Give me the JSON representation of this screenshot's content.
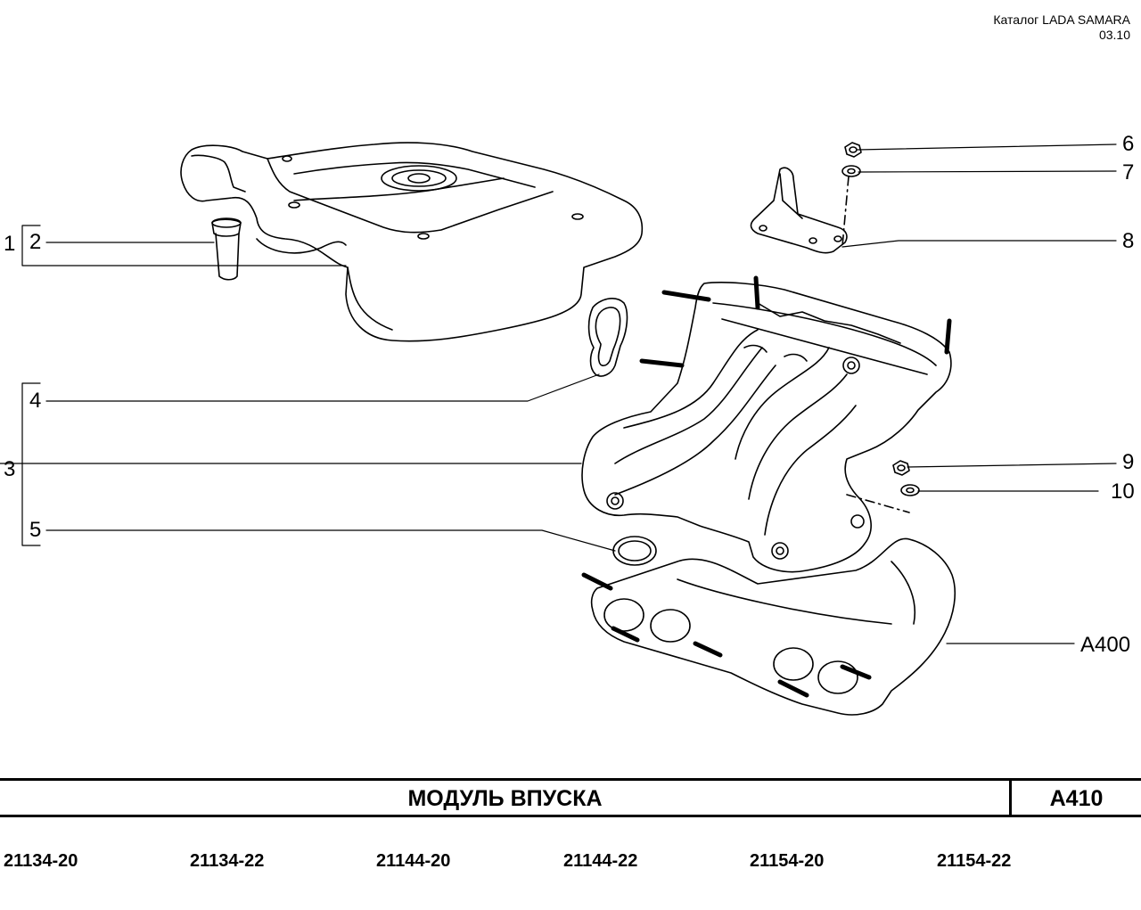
{
  "header": {
    "catalog": "Каталог  LADA SAMARA",
    "date": "03.10"
  },
  "callouts": {
    "c1": "1",
    "c2": "2",
    "c3": "3",
    "c4": "4",
    "c5": "5",
    "c6": "6",
    "c7": "7",
    "c8": "8",
    "c9": "9",
    "c10": "10",
    "ref": "A400"
  },
  "title_block": {
    "title": "МОДУЛЬ   ВПУСКА",
    "code": "A410"
  },
  "models": [
    "21134-20",
    "21134-22",
    "21144-20",
    "21144-22",
    "21154-20",
    "21154-22"
  ]
}
